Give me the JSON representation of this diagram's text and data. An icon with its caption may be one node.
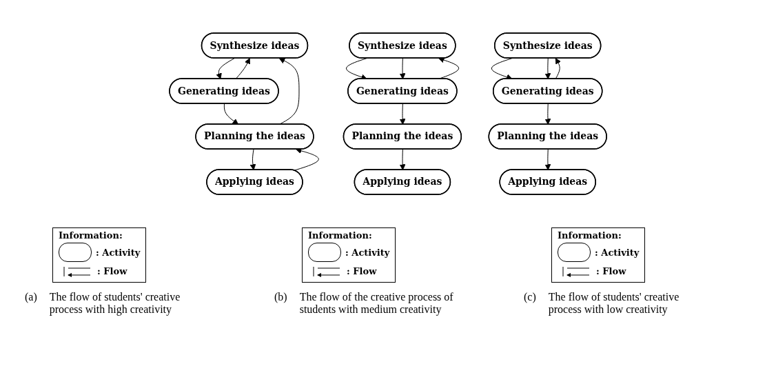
{
  "diagram": {
    "nodes": [
      {
        "text": [
          "Synthesize ideas"
        ]
      },
      {
        "text": [
          "Generating ideas"
        ]
      },
      {
        "text": [
          "Planning the ideas"
        ]
      },
      {
        "text": [
          "Applying ideas"
        ]
      },
      {
        "text": [
          "Synthesize ideas"
        ]
      },
      {
        "text": [
          "Generating ideas"
        ]
      },
      {
        "text": [
          "Planning the ideas"
        ]
      },
      {
        "text": [
          "Applying ideas"
        ]
      },
      {
        "text": [
          "Synthesize ideas"
        ]
      },
      {
        "text": [
          "Generating ideas"
        ]
      },
      {
        "text": [
          "Planning the ideas"
        ]
      },
      {
        "text": [
          "Applying ideas"
        ]
      }
    ],
    "edges": [
      {
        "from": 0,
        "to": 1,
        "arrow": "to"
      },
      {
        "from": 1,
        "to": 0,
        "arrow": "to"
      },
      {
        "from": 1,
        "to": 2,
        "arrow": "to"
      },
      {
        "from": 2,
        "to": 0,
        "arrow": "to"
      },
      {
        "from": 2,
        "to": 3,
        "arrow": "to"
      },
      {
        "from": 3,
        "to": 2,
        "arrow": "to"
      },
      {
        "from": 4,
        "to": 5,
        "arrow": "to"
      },
      {
        "from": 5,
        "to": 4,
        "arrow": "to"
      },
      {
        "from": 4,
        "to": 5,
        "arrow": "to"
      },
      {
        "from": 5,
        "to": 6,
        "arrow": "to"
      },
      {
        "from": 6,
        "to": 7,
        "arrow": "to"
      },
      {
        "from": 8,
        "to": 9,
        "arrow": "to"
      },
      {
        "from": 9,
        "to": 8,
        "arrow": "to"
      },
      {
        "from": 8,
        "to": 9,
        "arrow": "to"
      },
      {
        "from": 9,
        "to": 10,
        "arrow": "to"
      },
      {
        "from": 10,
        "to": 11,
        "arrow": "to"
      }
    ],
    "labels": [
      "Information:",
      "Information:",
      "Information:",
      "(a)",
      "The flow of students' creative process with high creativity",
      "(b)",
      "The flow of the creative process of students with medium creativity",
      "(c)",
      "The flow of students' creative process with low creativity"
    ],
    "legend": [
      {
        "text": ": Activity"
      },
      {
        "text": ": Flow"
      },
      {
        "text": ": Activity"
      },
      {
        "text": ": Flow"
      },
      {
        "text": ": Activity"
      },
      {
        "text": ": Flow"
      }
    ]
  }
}
